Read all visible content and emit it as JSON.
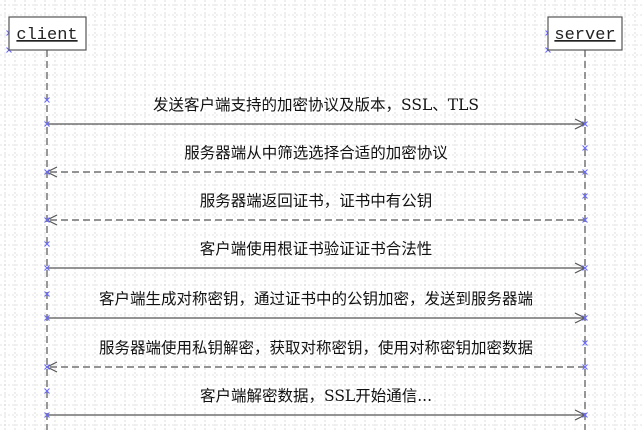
{
  "participants": [
    {
      "name": "client"
    },
    {
      "name": "server"
    }
  ],
  "messages": [
    {
      "label": "发送客户端支持的加密协议及版本，SSL、TLS",
      "from": "client",
      "to": "server",
      "style": "solid"
    },
    {
      "label": "服务器端从中筛选选择合适的加密协议",
      "from": "server",
      "to": "client",
      "style": "dashed"
    },
    {
      "label": "服务器端返回证书，证书中有公钥",
      "from": "server",
      "to": "client",
      "style": "dashed"
    },
    {
      "label": "客户端使用根证书验证证书合法性",
      "from": "client",
      "to": "server",
      "style": "solid"
    },
    {
      "label": "客户端生成对称密钥，通过证书中的公钥加密，发送到服务器端",
      "from": "client",
      "to": "server",
      "style": "solid"
    },
    {
      "label": "服务器端使用私钥解密，获取对称密钥，使用对称密钥加密数据",
      "from": "server",
      "to": "client",
      "style": "dashed"
    },
    {
      "label": "客户端解密数据，SSL开始通信...",
      "from": "client",
      "to": "server",
      "style": "solid"
    }
  ],
  "colors": {
    "grid": "#c8c8c8",
    "line": "#555555",
    "handle": "#6a6aff"
  }
}
